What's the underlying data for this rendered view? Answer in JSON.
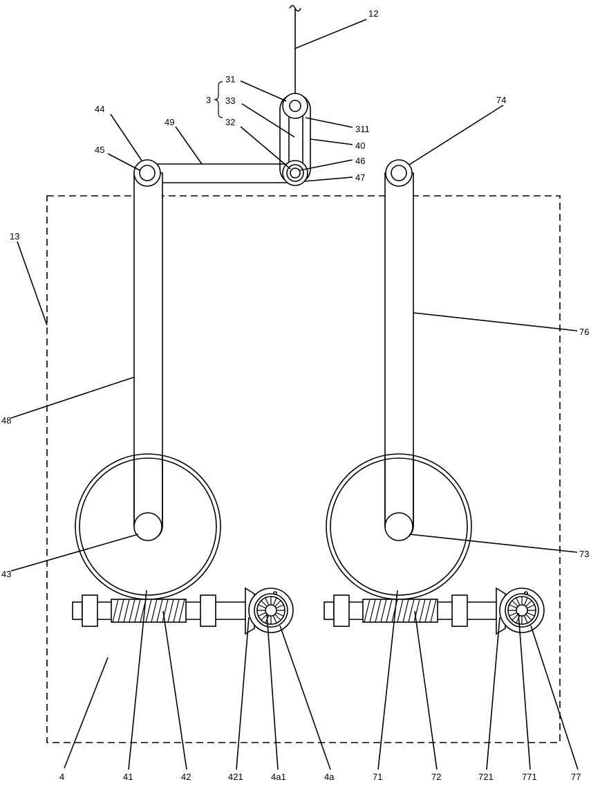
{
  "labels": {
    "l12": "12",
    "l31": "31",
    "l3": "3",
    "l33": "33",
    "l32": "32",
    "l311": "311",
    "l40": "40",
    "l46": "46",
    "l47": "47",
    "l74": "74",
    "l44": "44",
    "l45": "45",
    "l49": "49",
    "l13": "13",
    "l48": "48",
    "l76": "76",
    "l43": "43",
    "l73": "73",
    "l4": "4",
    "l41": "41",
    "l42": "42",
    "l421": "421",
    "l4a1": "4a1",
    "l4a": "4a",
    "l71": "71",
    "l72": "72",
    "l721": "721",
    "l771": "771",
    "l77": "77"
  }
}
